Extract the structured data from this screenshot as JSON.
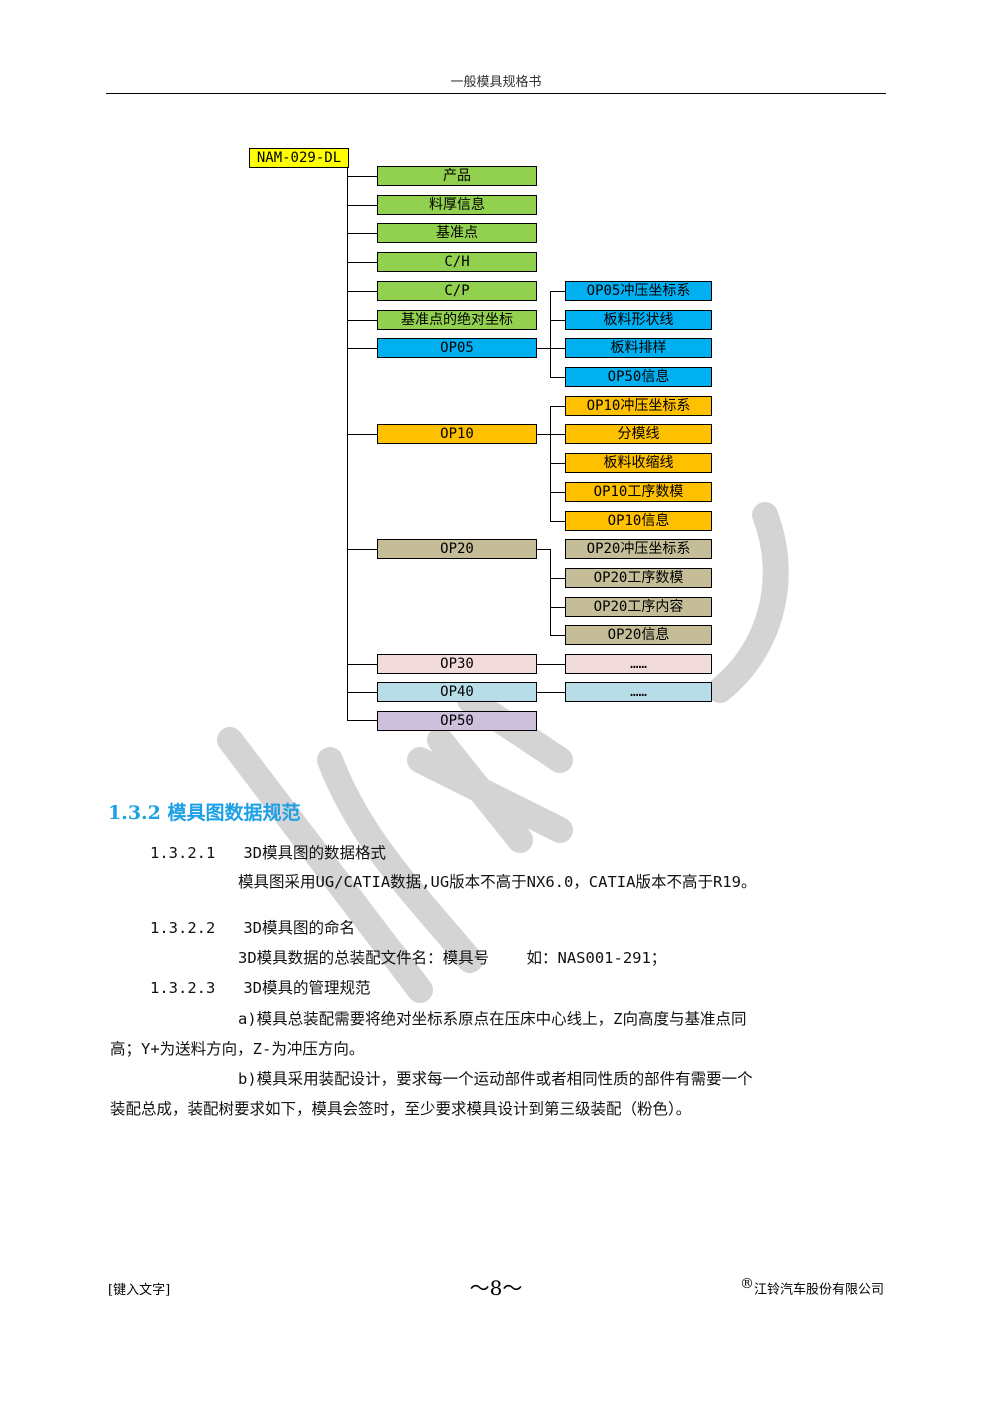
{
  "header": {
    "title": "一般模具规格书"
  },
  "tree": {
    "root": "NAM-029-DL",
    "level1": [
      "产品",
      "料厚信息",
      "基准点",
      "C/H",
      "C/P",
      "基准点的绝对坐标",
      "OP05",
      "OP10",
      "OP20",
      "OP30",
      "OP40",
      "OP50"
    ],
    "op05_children": [
      "OP05冲压坐标系",
      "板料形状线",
      "板料排样",
      "OP50信息"
    ],
    "op10_children": [
      "OP10冲压坐标系",
      "分模线",
      "板料收缩线",
      "OP10工序数模",
      "OP10信息"
    ],
    "op20_children": [
      "OP20冲压坐标系",
      "OP20工序数模",
      "OP20工序内容",
      "OP20信息"
    ],
    "op30_children": [
      "……"
    ],
    "op40_children": [
      "……"
    ],
    "colors": {
      "root": "#ffff00",
      "green": "#92d050",
      "blue": "#00b0f0",
      "orange": "#ffc000",
      "tan": "#c4bd97",
      "pink": "#f2dcdb",
      "lightblue": "#b7dee8",
      "lavender": "#ccc0da"
    }
  },
  "section": {
    "heading": "1.3.2 模具图数据规范",
    "items": [
      {
        "number": "1.3.2.1",
        "title": "3D模具图的数据格式",
        "body": "模具图采用UG/CATIA数据,UG版本不高于NX6.0，CATIA版本不高于R19。"
      },
      {
        "number": "1.3.2.2",
        "title": "3D模具图的命名",
        "body": "3D模具数据的总装配文件名：模具号    如：NAS001-291；"
      },
      {
        "number": "1.3.2.3",
        "title": "3D模具的管理规范",
        "para_a_line1": "a)模具总装配需要将绝对坐标系原点在压床中心线上，Z向高度与基准点同",
        "para_a_line2": "高；Y+为送料方向，Z-为冲压方向。",
        "para_b_line1": "b)模具采用装配设计，要求每一个运动部件或者相同性质的部件有需要一个",
        "para_b_line2": "装配总成，装配树要求如下，模具会签时，至少要求模具设计到第三级装配（粉色）。"
      }
    ]
  },
  "footer": {
    "left": "[键入文字]",
    "page": "～8～",
    "registered": "®",
    "company": "江铃汽车股份有限公司"
  }
}
